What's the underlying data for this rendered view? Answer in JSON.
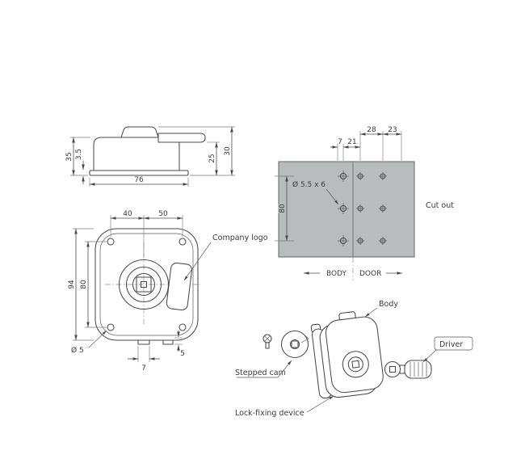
{
  "colors": {
    "line": "#4a4a4a",
    "cutout_fill": "#b9bcbc",
    "cam_fill": "#9aa0a3"
  },
  "side_view": {
    "d35": "35",
    "d3_5": "3.5",
    "d76": "76",
    "d25": "25",
    "d30": "30"
  },
  "front_view": {
    "d40": "40",
    "d50": "50",
    "d94": "94",
    "d80": "80",
    "hole_dia": "Ø 5",
    "d7": "7",
    "d5": "5",
    "company_logo": "Company logo"
  },
  "cutout_view": {
    "d28": "28",
    "d23": "23",
    "d7": "7",
    "d21": "21",
    "d80": "80",
    "hole_note": "Ø 5.5 x 6",
    "label": "Cut out",
    "body": "BODY",
    "door": "DOOR"
  },
  "exploded_view": {
    "body": "Body",
    "driver": "Driver",
    "stepped_cam": "Stepped cam",
    "lock_fixing": "Lock-fixing device"
  }
}
